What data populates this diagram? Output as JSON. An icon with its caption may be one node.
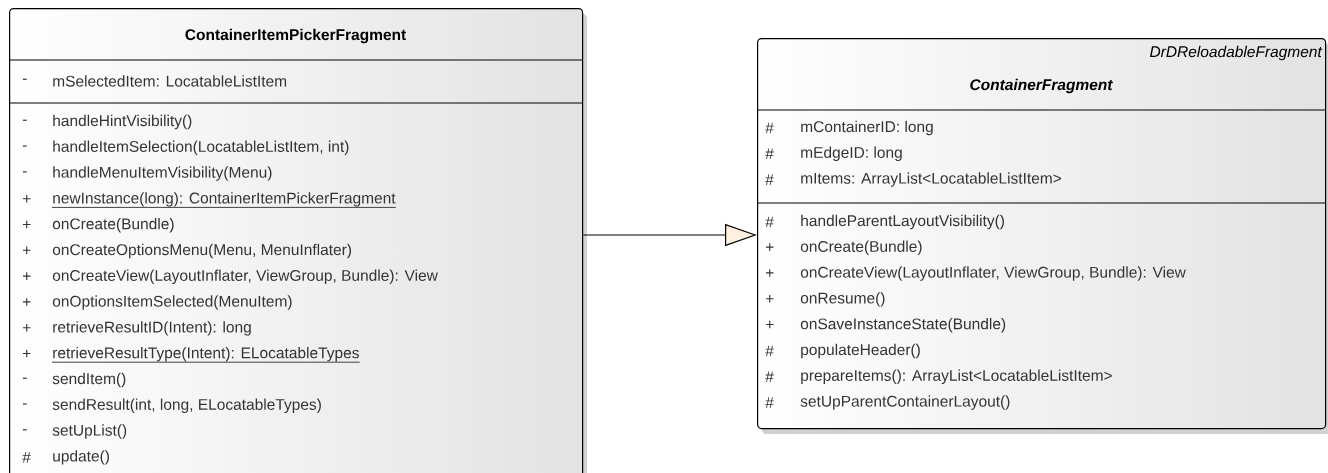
{
  "diagram": {
    "nodes": [
      {
        "text": [
          "ContainerItemPickerFragment"
        ]
      },
      {
        "text": [
          "-",
          "mSelectedItem: LocatableListItem"
        ],
        "in": 0
      },
      {
        "text": [
          "-",
          "handleHintVisibility()",
          "-",
          "handleItemSelection(LocatableListItem, int)",
          "-",
          "handleMenuItemVisibility(Menu)",
          "+",
          "newInstance(long): ContainerItemPickerFragment",
          "+",
          "onCreate(Bundle)",
          "+",
          "onCreateOptionsMenu(Menu, MenuInflater)",
          "+",
          "onCreateView(LayoutInflater, ViewGroup, Bundle): View",
          "+",
          "onOptionsItemSelected(MenuItem)",
          "+",
          "retrieveResultID(Intent): long",
          "+",
          "retrieveResultType(Intent): ELocatableTypes",
          "-",
          "sendItem()",
          "-",
          "sendResult(int, long, ELocatableTypes)",
          "-",
          "setUpList()",
          "#",
          "update()"
        ],
        "in": 0
      },
      {
        "text": [
          "DrDReloadableFragment",
          "ContainerFragment"
        ]
      },
      {
        "text": [
          "#",
          "mContainerID: long",
          "#",
          "mEdgeID: long",
          "#",
          "mItems: ArrayList<LocatableListItem>"
        ],
        "in": 3
      },
      {
        "text": [
          "#",
          "handleParentLayoutVisibility()",
          "+",
          "onCreate(Bundle)",
          "+",
          "onCreateView(LayoutInflater, ViewGroup, Bundle): View",
          "+",
          "onResume()",
          "+",
          "onSaveInstanceState(Bundle)",
          "#",
          "populateHeader()",
          "#",
          "prepareItems(): ArrayList<LocatableListItem>",
          "#",
          "setUpParentContainerLayout()"
        ],
        "in": 3
      }
    ],
    "edges": [
      {
        "from": 0,
        "to": 3,
        "arrow": "to"
      }
    ]
  }
}
